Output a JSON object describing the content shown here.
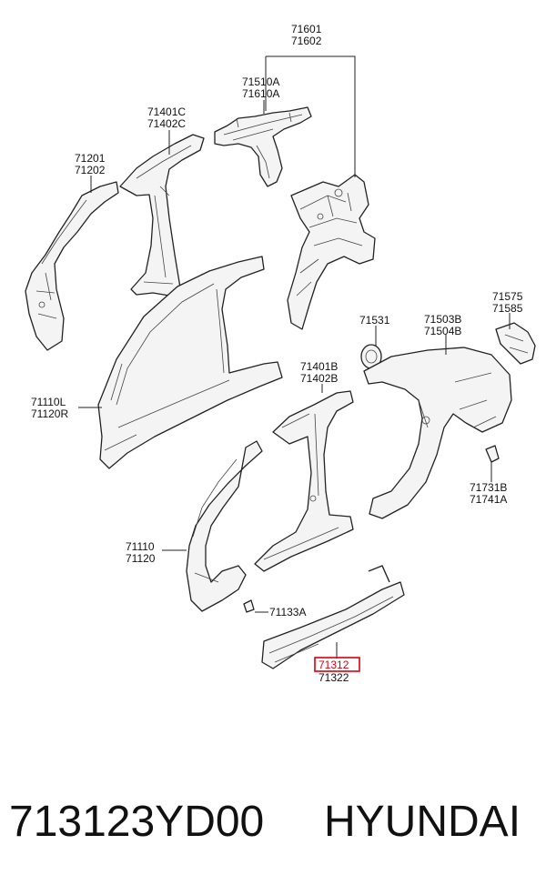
{
  "diagram": {
    "labels": {
      "l71601": "71601",
      "l71602": "71602",
      "l71510A": "71510A",
      "l71610A": "71610A",
      "l71401C": "71401C",
      "l71402C": "71402C",
      "l71201": "71201",
      "l71202": "71202",
      "l71110L": "71110L",
      "l71120R": "71120R",
      "l71531": "71531",
      "l71503B": "71503B",
      "l71504B": "71504B",
      "l71575": "71575",
      "l71585": "71585",
      "l71401B": "71401B",
      "l71402B": "71402B",
      "l71731B": "71731B",
      "l71741A": "71741A",
      "l71110": "71110",
      "l71120": "71120",
      "l71133A": "71133A",
      "l71312": "71312",
      "l71322": "71322"
    },
    "highlighted_part": "71312",
    "highlight_color": "#d8000c"
  },
  "footer": {
    "part_number": "713123YD00",
    "brand": "HYUNDAI"
  }
}
